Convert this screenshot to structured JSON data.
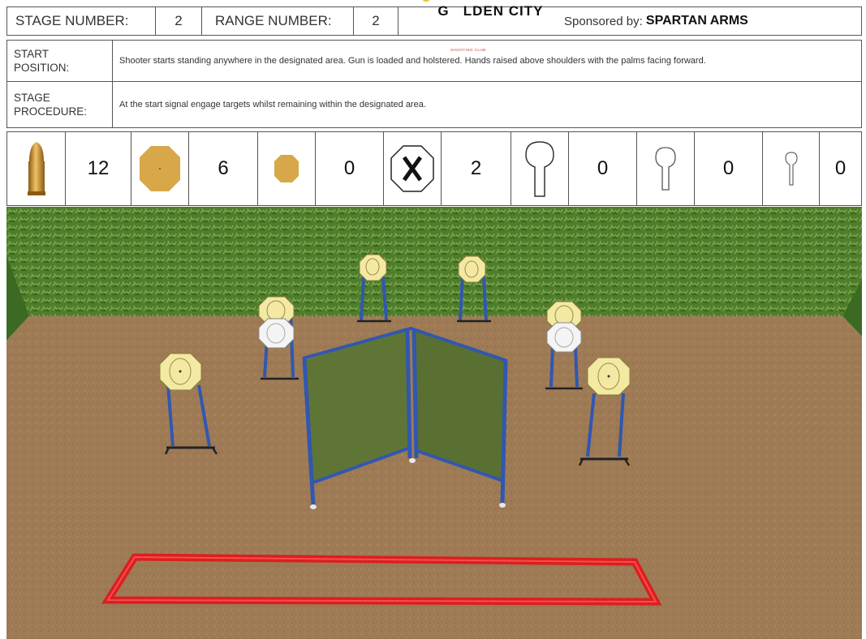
{
  "header": {
    "stage_label": "STAGE NUMBER:",
    "stage_value": "2",
    "range_label": "RANGE NUMBER:",
    "range_value": "2",
    "club_name": "G   LDEN CITY",
    "club_sub": "SHOOTING CLUB",
    "sponsor_prefix": "Sponsored by: ",
    "sponsor_name": "SPARTAN ARMS"
  },
  "start_position": {
    "label_line1": "START",
    "label_line2": "POSITION:",
    "text": "Shooter starts standing anywhere in the designated area. Gun is loaded and holstered. Hands raised above shoulders with the palms facing forward."
  },
  "stage_procedure": {
    "label_line1": "STAGE",
    "label_line2": "PROCEDURE:",
    "text": "At the start signal engage targets whilst remaining within the designated area."
  },
  "counts": {
    "rounds": "12",
    "paper_targets": "6",
    "mini_poppers": "0",
    "no_shoots": "2",
    "large_poppers": "0",
    "medium_poppers": "0",
    "small_poppers": "0"
  },
  "colors": {
    "target_tan": "#d7a74a",
    "grass": "#4e7d2c",
    "ground": "#9e7b55",
    "barrier_frame": "#3157b0",
    "barrier_panel": "#5f7536",
    "shooting_box": "#d92020"
  }
}
